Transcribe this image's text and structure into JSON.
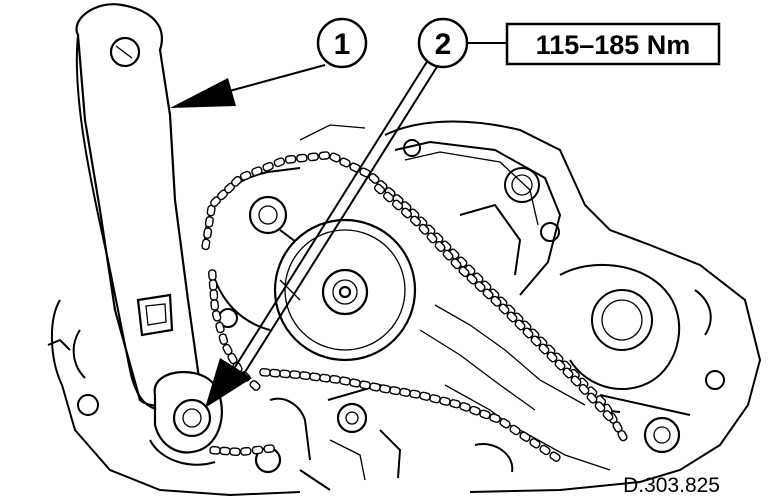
{
  "callouts": {
    "one": "1",
    "two": "2"
  },
  "torque_label": "115–185 Nm",
  "reference_code": "D.303.825",
  "icons": [
    "holding-tool-lever",
    "crankshaft-bolt",
    "timing-chain",
    "camshaft-sprocket",
    "engine-block",
    "pointer-arrow"
  ]
}
